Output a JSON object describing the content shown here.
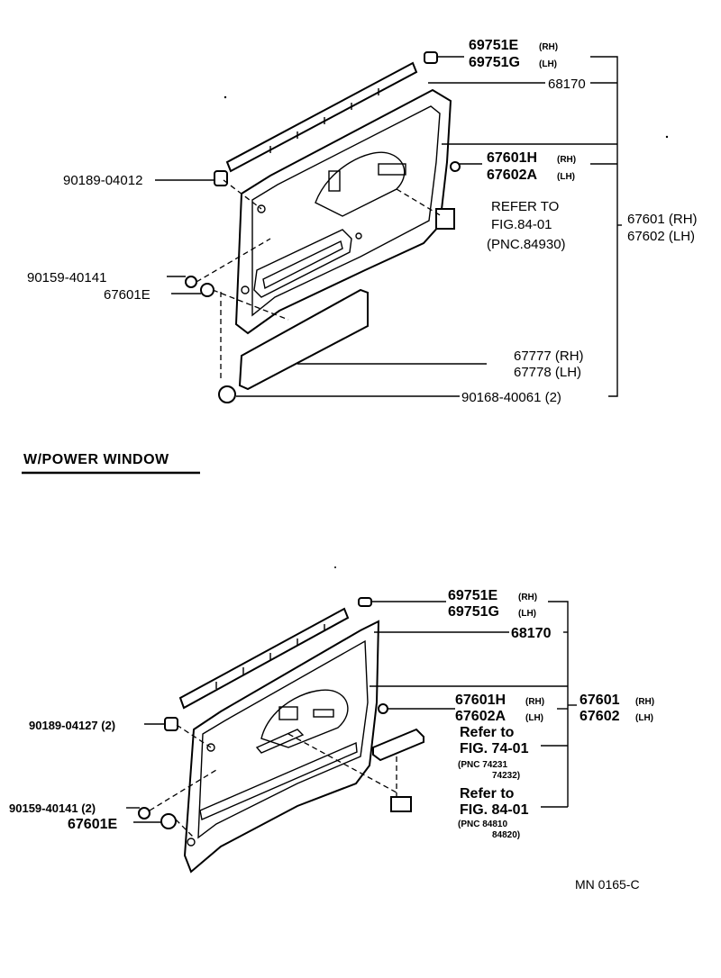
{
  "top": {
    "p69751e": "69751E",
    "p69751g": "69751G",
    "rh": "(RH)",
    "lh": "(LH)",
    "p68170": "68170",
    "p67601h": "67601H",
    "p67602a": "67602A",
    "p90189": "90189-04012",
    "refer1": "REFER TO",
    "refer2": "FIG.84-01",
    "refer3": "(PNC.84930)",
    "p67601": "67601 (RH)",
    "p67602": "67602 (LH)",
    "p90159": "90159-40141",
    "p67601e": "67601E",
    "p67777": "67777 (RH)",
    "p67778": "67778 (LH)",
    "p90168": "90168-40061 (2)"
  },
  "section_title": "W/POWER WINDOW",
  "bottom": {
    "p69751e": "69751E",
    "p69751g": "69751G",
    "rh": "(RH)",
    "lh": "(LH)",
    "p68170": "68170",
    "p67601h": "67601H",
    "p67602a": "67602A",
    "p67601": "67601",
    "p67602": "67602",
    "p90189": "90189-04127 (2)",
    "referA1": "Refer to",
    "referA2": "FIG. 74-01",
    "pncA1": "(PNC 74231",
    "pncA2": "74232)",
    "referB1": "Refer to",
    "referB2": "FIG. 84-01",
    "pncB1": "(PNC 84810",
    "pncB2": "84820)",
    "p90159": "90159-40141 (2)",
    "p67601e": "67601E"
  },
  "code": "MN  0165-C"
}
